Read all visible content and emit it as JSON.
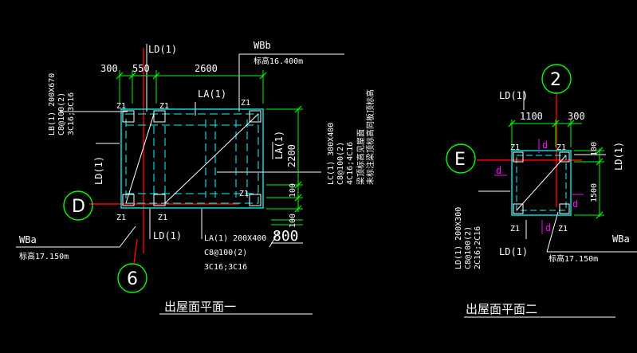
{
  "plan1": {
    "title": "出屋面平面一",
    "dims": {
      "d1": "300",
      "d2": "550",
      "d3": "2600",
      "side1": "2200",
      "side2": "100",
      "side3": "100"
    },
    "scale_label": "800",
    "labels": {
      "ld_top": "LD(1)",
      "ld_left": "LD(1)",
      "ld_bottom": "LD(1)",
      "la_top": "LA(1)",
      "la_right": "LA(1)",
      "wbb": "WBb",
      "wbb_elev": "标高16.400m",
      "wba": "WBa",
      "wba_elev": "标高17.150m",
      "lb_spec1": "LB(1) 200X670",
      "lb_spec2": "C8@100(2)",
      "lb_spec3": "3C16;3C16",
      "lc_spec1": "LC(1) 300X400",
      "lc_spec2": "C8@100(2)",
      "lc_spec3": "4C16;4C16",
      "lc_note1": "梁顶标高见屋面",
      "lc_note2": "未标注梁顶标高同板顶标高",
      "la_spec1": "LA(1) 200X400",
      "la_spec2": "C8@100(2)",
      "la_spec3": "3C16;3C16"
    },
    "columns": [
      "Z1",
      "Z1",
      "Z1",
      "Z1",
      "Z1",
      "Z1"
    ],
    "axis_d": "D",
    "axis_6": "6"
  },
  "plan2": {
    "title": "出屋面平面二",
    "dims": {
      "d1": "1100",
      "d2": "300",
      "side1": "100",
      "side2": "1500"
    },
    "labels": {
      "ld_top": "LD(1)",
      "ld_right": "LD(1)",
      "ld_bottom": "LD(1)",
      "ld_spec1": "LD(1) 200X300",
      "ld_spec2": "C8@100(2)",
      "ld_spec3": "2C16;2C16",
      "wba": "WBa",
      "wba_elev": "标高17.150m"
    },
    "marks": [
      "d",
      "d",
      "d",
      "d"
    ],
    "columns": [
      "Z1",
      "Z1",
      "Z1",
      "Z1"
    ],
    "axis_2": "2",
    "axis_e": "E"
  },
  "colors": {
    "background": "#000000",
    "beam": "#00ffff",
    "dim": "#00ff00",
    "axis": "#ff0000",
    "bubble": "#00ff00",
    "text": "#ffffff",
    "mark": "#ff00ff"
  }
}
